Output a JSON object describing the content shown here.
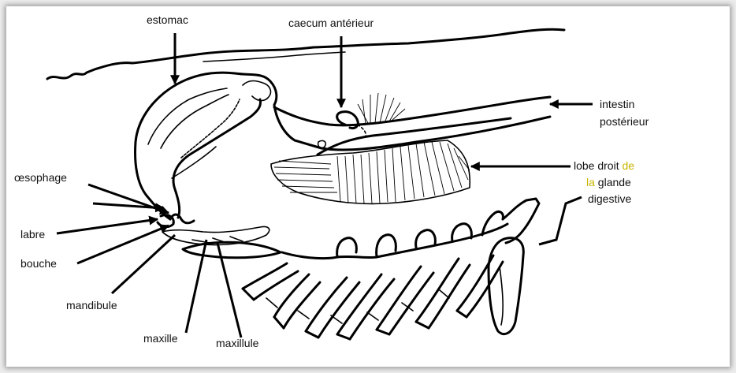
{
  "labels": {
    "estomac": "estomac",
    "caecum_anterieur": "caecum antérieur",
    "intestin_line1": "intestin",
    "intestin_line2": "postérieur",
    "lobe_line1_a": "lobe droit ",
    "lobe_line1_b": "de",
    "lobe_line2_a": "la",
    "lobe_line2_b": " glande",
    "lobe_line3": "digestive",
    "oesophage": "œsophage",
    "labre": "labre",
    "bouche": "bouche",
    "mandibule": "mandibule",
    "maxille": "maxille",
    "maxillule": "maxillule"
  },
  "colors": {
    "highlight": "#c8b400",
    "ink": "#000000",
    "background": "#ffffff"
  }
}
